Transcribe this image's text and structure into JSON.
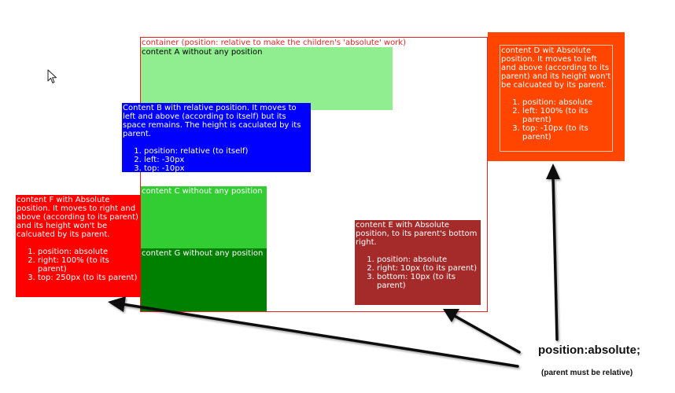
{
  "container": {
    "label": "container (position: relative to make the children's 'absolute' work)"
  },
  "box_a": {
    "text": "content A without any position"
  },
  "box_b": {
    "text": "Content B with relative position. It moves to left and above (according to itself) but its space remains. The height is caculated by its parent.",
    "items": [
      "position: relative (to itself)",
      "left: -30px",
      "top: -10px"
    ]
  },
  "box_c": {
    "text": "content C without any position"
  },
  "box_g": {
    "text": "content G without any position"
  },
  "box_f": {
    "text": "content F with Absolute position. It moves to right and above (according to its parent) and its height won't be calcuated by its parent.",
    "items": [
      "position: absolute",
      "right: 100% (to its parent)",
      "top: 250px (to its parent)"
    ]
  },
  "box_e": {
    "text": "content E with Absolute position, to its parent's bottom right.",
    "items": [
      "position: absolute",
      "right: 10px (to its parent)",
      "bottom: 10px (to its parent)"
    ]
  },
  "box_d": {
    "text": "content D wit Absolute position. It moves to left and above (according to its parent) and its height won't be calcuated by its parent.",
    "items": [
      "position: absolute",
      "left: 100% (to its parent)",
      "top: -10px (to its parent)"
    ]
  },
  "callout": {
    "main": "position:absolute;",
    "sub": "(parent must be relative)"
  },
  "colors": {
    "container_border": "#e8231f",
    "box_a": "#90ee90",
    "box_b": "#0000ff",
    "box_c": "#32cd32",
    "box_g": "#008000",
    "box_f": "#ff0000",
    "box_e": "#a52a2a",
    "box_d": "#ff4500"
  },
  "icons": {
    "pointer": "mouse-pointer-icon"
  }
}
